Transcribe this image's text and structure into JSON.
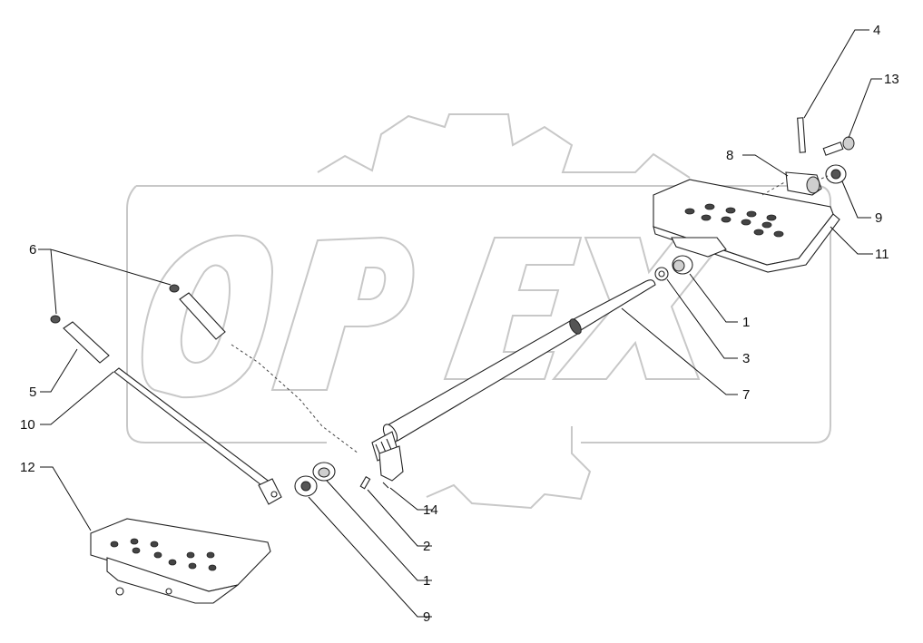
{
  "watermark": {
    "text": "OPEX"
  },
  "callouts": [
    {
      "id": "c4",
      "label": "4"
    },
    {
      "id": "c13",
      "label": "13"
    },
    {
      "id": "c8",
      "label": "8"
    },
    {
      "id": "c9a",
      "label": "9"
    },
    {
      "id": "c11",
      "label": "11"
    },
    {
      "id": "c1a",
      "label": "1"
    },
    {
      "id": "c3",
      "label": "3"
    },
    {
      "id": "c7",
      "label": "7"
    },
    {
      "id": "c6",
      "label": "6"
    },
    {
      "id": "c5",
      "label": "5"
    },
    {
      "id": "c10",
      "label": "10"
    },
    {
      "id": "c12",
      "label": "12"
    },
    {
      "id": "c14",
      "label": "14"
    },
    {
      "id": "c2",
      "label": "2"
    },
    {
      "id": "c1b",
      "label": "1"
    },
    {
      "id": "c9b",
      "label": "9"
    }
  ]
}
